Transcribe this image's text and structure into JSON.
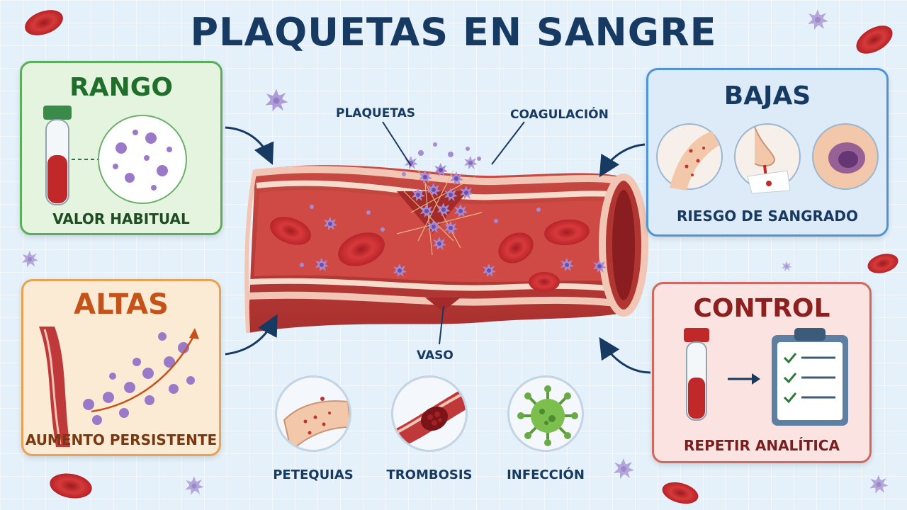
{
  "title": "PLAQUETAS EN SANGRE",
  "vessel": {
    "labels": {
      "platelets": "PLAQUETAS",
      "clotting": "COAGULACIÓN",
      "vessel": "VASO"
    }
  },
  "panels": {
    "rango": {
      "title": "RANGO",
      "caption": "VALOR HABITUAL"
    },
    "altas": {
      "title": "ALTAS",
      "caption": "AUMENTO PERSISTENTE"
    },
    "bajas": {
      "title": "BAJAS",
      "caption": "RIESGO DE SANGRADO"
    },
    "control": {
      "title": "CONTROL",
      "caption": "REPETIR ANALÍTICA"
    }
  },
  "bottom_icons": [
    {
      "label": "PETEQUIAS",
      "icon": "skin-spots-icon"
    },
    {
      "label": "TROMBOSIS",
      "icon": "clot-vessel-icon"
    },
    {
      "label": "INFECCIÓN",
      "icon": "virus-icon"
    }
  ],
  "colors": {
    "title": "#173a63",
    "rango": "#5aae5a",
    "altas": "#e9a254",
    "bajas": "#4f94d6",
    "control": "#d06860",
    "blood": "#c0282a",
    "platelet": "#9a7ac8"
  }
}
